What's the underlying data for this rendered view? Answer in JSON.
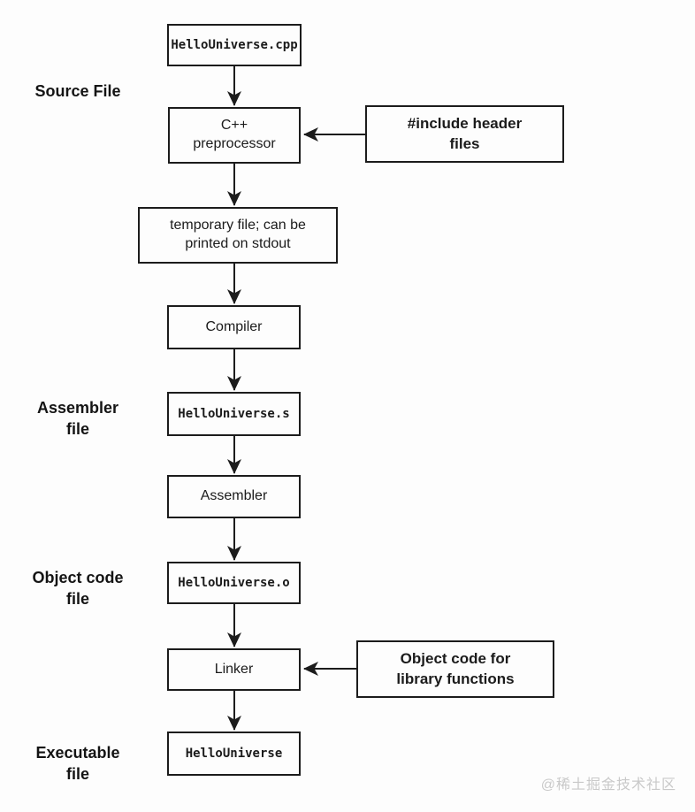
{
  "diagram": {
    "type": "flowchart",
    "topic": "C++ compilation pipeline",
    "flow": {
      "cpp_file": "HelloUniverse.cpp",
      "preprocessor": "C++\npreprocessor",
      "temp_file": "temporary file; can be\nprinted on stdout",
      "compiler": "Compiler",
      "assembly_file": "HelloUniverse.s",
      "assembler": "Assembler",
      "object_file": "HelloUniverse.o",
      "linker": "Linker",
      "executable": "HelloUniverse"
    },
    "inputs": {
      "headers": "#include header\nfiles",
      "libraries": "Object code for\nlibrary functions"
    },
    "stage_labels": {
      "source": "Source File",
      "assembler": "Assembler\nfile",
      "object": "Object code\nfile",
      "executable": "Executable\nfile"
    },
    "colors": {
      "line": "#1c1c1c",
      "box_fill": "#fdfdfd",
      "watermark": "#c9c9c9"
    }
  },
  "watermark": "@稀土掘金技术社区"
}
